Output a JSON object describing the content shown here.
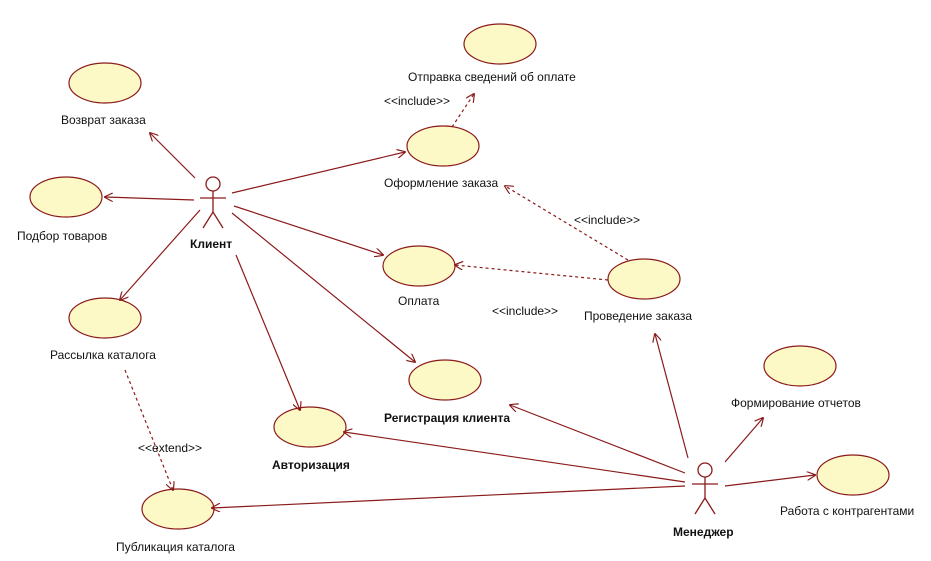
{
  "actors": {
    "client": "Клиент",
    "manager": "Менеджер"
  },
  "use_cases": {
    "send_payment_info": "Отправка сведений об оплате",
    "return_order": "Возврат заказа",
    "place_order": "Оформление заказа",
    "select_goods": "Подбор товаров",
    "payment": "Оплата",
    "conduct_order": "Проведение заказа",
    "catalog_mailing": "Рассылка каталога",
    "client_registration": "Регистрация клиента",
    "reports": "Формирование отчетов",
    "authorization": "Авторизация",
    "counterparties": "Работа с контрагентами",
    "catalog_publication": "Публикация каталога"
  },
  "stereotypes": {
    "include_1": "<<include>>",
    "include_2": "<<include>>",
    "include_3": "<<include>>",
    "extend_1": "<<extend>>"
  },
  "colors": {
    "use_case_fill": "#fdf9c6",
    "line": "#8b1a1a"
  }
}
